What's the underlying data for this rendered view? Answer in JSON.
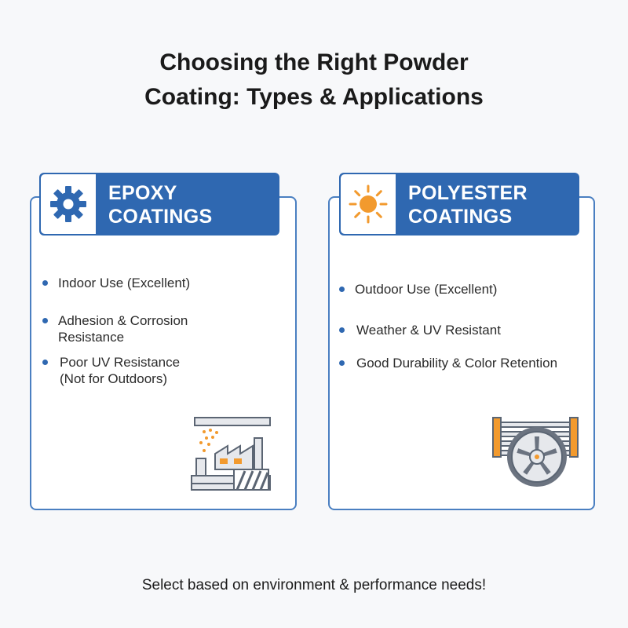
{
  "title": {
    "line1": "Choosing the Right Powder",
    "line2": "Coating: Types & Applications"
  },
  "cards": [
    {
      "title_line1": "EPOXY",
      "title_line2": "COATINGS",
      "icon": "gear-icon",
      "items": [
        {
          "lines": [
            "Indoor Use (Excellent)"
          ]
        },
        {
          "lines": [
            "Adhesion & Corrosion",
            "Resistance"
          ]
        },
        {
          "lines": [
            "Poor UV Resistance",
            "(Not for Outdoors)"
          ]
        }
      ],
      "illustration": "factory-icon"
    },
    {
      "title_line1": "POLYESTER",
      "title_line2": "COATINGS",
      "icon": "sun-icon",
      "items": [
        {
          "lines": [
            "Outdoor Use (Excellent)"
          ]
        },
        {
          "lines": [
            "Weather & UV Resistant"
          ]
        },
        {
          "lines": [
            "Good Durability & Color Retention"
          ]
        }
      ],
      "illustration": "wheel-icon"
    }
  ],
  "footer": "Select based on environment & performance needs!",
  "colors": {
    "primary_blue": "#2f68b1",
    "border_blue": "#4a7fc1",
    "accent_orange": "#f29a2e",
    "gray": "#6b7380"
  }
}
